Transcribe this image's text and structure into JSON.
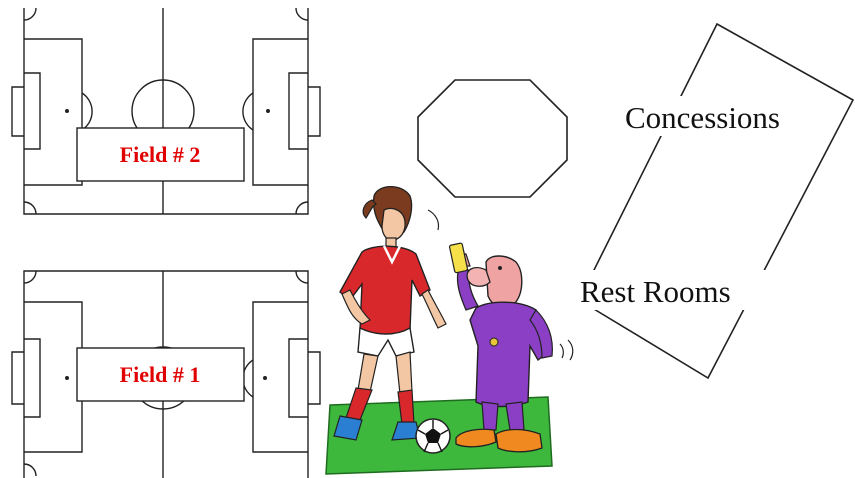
{
  "fields": [
    {
      "id": "field-2",
      "label": "Field # 2"
    },
    {
      "id": "field-1",
      "label": "Field # 1"
    }
  ],
  "facility": {
    "concessions_label": "Concessions",
    "restrooms_label": "Rest Rooms"
  },
  "illustration": {
    "description_icon": "referee-yellow-card-clipart"
  },
  "colors": {
    "field_label": "#e00000",
    "line": "#222222",
    "grass": "#3db83d",
    "player_shirt": "#d9282b",
    "referee_shirt": "#8a3fc4",
    "card": "#f5e04a"
  }
}
